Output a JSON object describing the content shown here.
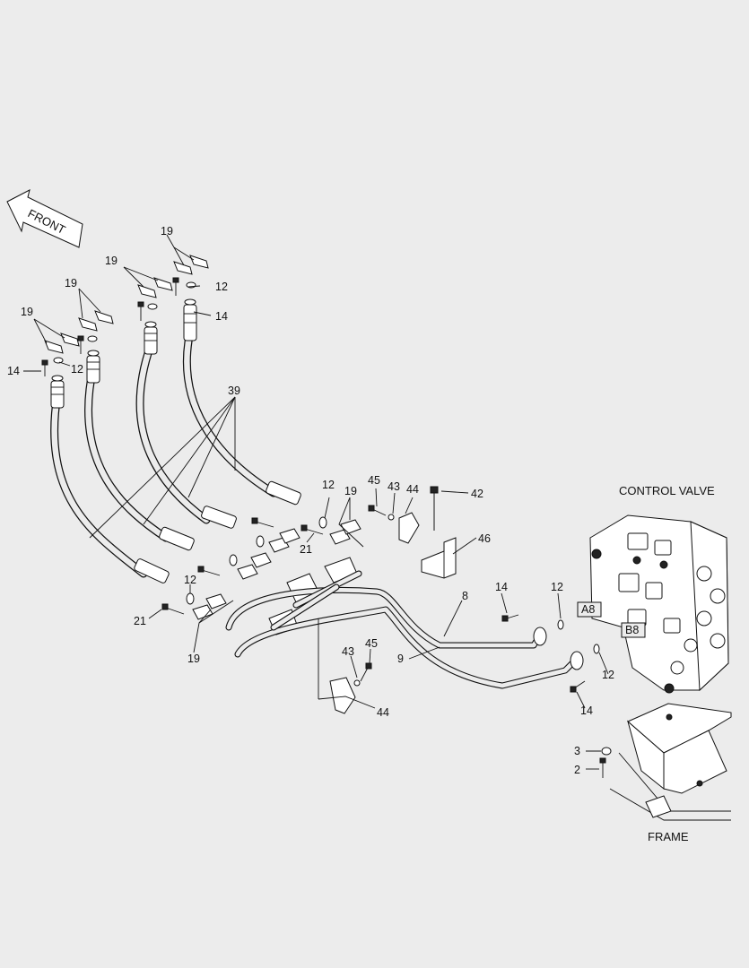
{
  "diagram": {
    "direction_label": "FRONT",
    "captions": {
      "control_valve": "CONTROL VALVE",
      "frame": "FRAME"
    },
    "port_labels": [
      "A8",
      "B8"
    ],
    "callouts": [
      "19",
      "19",
      "19",
      "19",
      "12",
      "14",
      "12",
      "14",
      "39",
      "45",
      "43",
      "44",
      "42",
      "12",
      "19",
      "21",
      "46",
      "12",
      "21",
      "19",
      "14",
      "12",
      "8",
      "9",
      "43",
      "45",
      "12",
      "14",
      "44",
      "3",
      "2"
    ]
  }
}
